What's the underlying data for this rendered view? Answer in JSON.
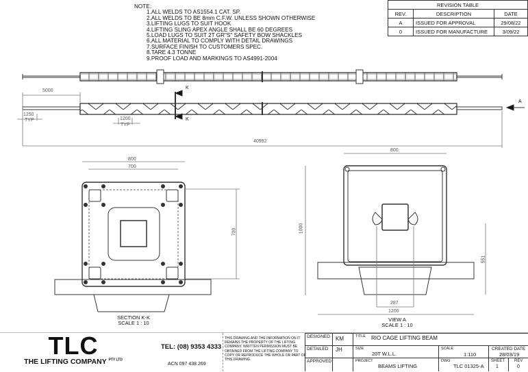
{
  "notes": {
    "heading": "NOTE:",
    "items": [
      "1.ALL WELDS TO AS1554.1 CAT. SP.",
      "2.ALL WELDS TO BE 8mm C.F.W. UNLESS SHOWN OTHERWISE",
      "3.LIFTING LUGS TO SUIT HOOK",
      "4.LIFTING SLING APEX ANGLE SHALL BE 60 DEGREES",
      "5.LOAD LUGS TO SUIT 2T GR\"S\" SAFETY BOW SHACKLES",
      "6.ALL MATERIAL TO COMPLY WITH DETAIL DRAWINGS",
      "7.SURFACE FINISH TO CUSTOMERS SPEC.",
      "8.TARE 4.3 TONNE",
      "9.PROOF LOAD AND MARKINGS TO AS4991-2004"
    ]
  },
  "revision_table": {
    "title": "REVISION TABLE",
    "headers": [
      "REV.",
      "DESCRIPTION",
      "DATE"
    ],
    "rows": [
      [
        "A",
        "ISSUED FOR APPROVAL",
        "29/08/22"
      ],
      [
        "0",
        "ISSUED FOR MANUFACTURE",
        "3/09/22"
      ]
    ]
  },
  "elevation": {
    "dim_overhang": "5000",
    "dim_end": "1250",
    "dim_end_typ": "TYP",
    "dim_panel": "1200",
    "dim_panel_typ": "TYP",
    "dim_overall": "40992",
    "section_marker": "K",
    "view_marker": "A"
  },
  "section_kk": {
    "dim_outer_width": "800",
    "dim_inner_width": "700",
    "dim_height": "700",
    "caption": "SECTION K-K",
    "scale": "SCALE 1 : 10"
  },
  "view_a": {
    "dim_width": "800",
    "dim_height": "1000",
    "dim_lug_height": "551",
    "dim_lug_spacing": "287",
    "dim_beam_width": "1200",
    "caption": "VIEW A",
    "scale": "SCALE 1 : 10"
  },
  "title_block": {
    "logo": "TLC",
    "company": "THE LIFTING COMPANY",
    "company_suffix": "PTY LTD",
    "tel": "TEL: (08) 9353 4333",
    "acn": "ACN 097 438 269",
    "disclaimer": "THIS DRAWING AND THE INFORMATION ON IT REMAINS THE PROPERTY OF THE LIFTING COMPANY. WRITTEN PERMISSION MUST BE OBTAINED FROM THE LIFTING COMPANY TO COPY OR REPRODUCE THE WHOLE OR PART OF THIS DRAWING.",
    "designed_label": "DESIGNED",
    "designed": "KM",
    "detailed_label": "DETAILED",
    "detailed": "JH",
    "approved_label": "APPROVED",
    "approved": "",
    "title_label": "TITLE",
    "title": "RIO CAGE LIFTING BEAM",
    "size_label": "SIZE",
    "size": "20T W.L.L.",
    "scale_label": "SCALE",
    "scale": "1:110",
    "created_label": "CREATED DATE",
    "created": "28/03/19",
    "project_label": "PROJECT",
    "project": "BEAMS LIFTING",
    "dwg_label": "DWG",
    "dwg": "TLC 01325-A",
    "sheet_label": "SHEET",
    "sheet": "1",
    "rev_label": "REV",
    "rev": "0"
  }
}
